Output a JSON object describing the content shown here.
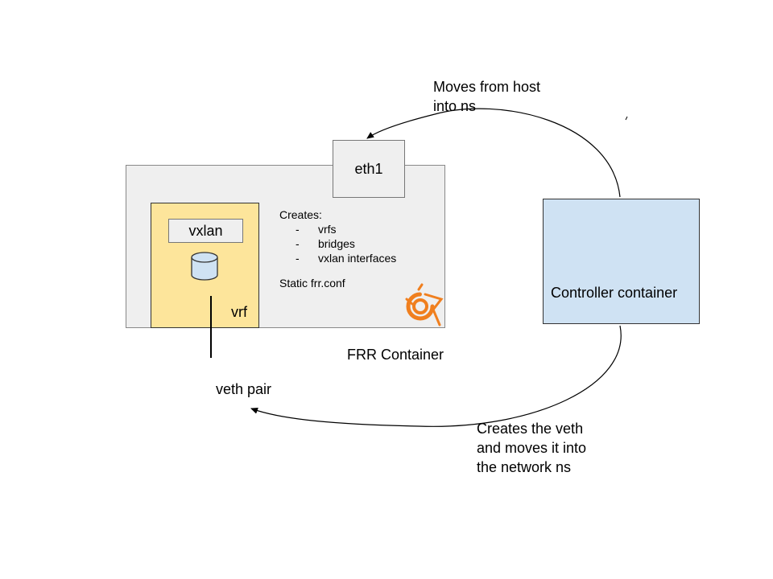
{
  "labels": {
    "eth1": "eth1",
    "vxlan": "vxlan",
    "vrf": "vrf",
    "frr_container": "FRR Container",
    "controller_container": "Controller container",
    "veth_pair": "veth pair",
    "moves_line1": "Moves from host",
    "moves_line2": "into ns",
    "creates_veth_line1": "Creates the veth",
    "creates_veth_line2": "and moves it into",
    "creates_veth_line3": "the network ns",
    "creates_heading": "Creates:",
    "creates_items": [
      "vrfs",
      "bridges",
      "vxlan interfaces"
    ],
    "static_conf": "Static frr.conf"
  },
  "colors": {
    "frr_container_fill": "#efefef",
    "vrf_fill": "#fde59b",
    "controller_fill": "#cfe2f3",
    "logo_orange": "#f07f1e"
  },
  "icons": [
    "database-cylinder-icon",
    "frr-logo-icon",
    "arrowhead-icon"
  ]
}
